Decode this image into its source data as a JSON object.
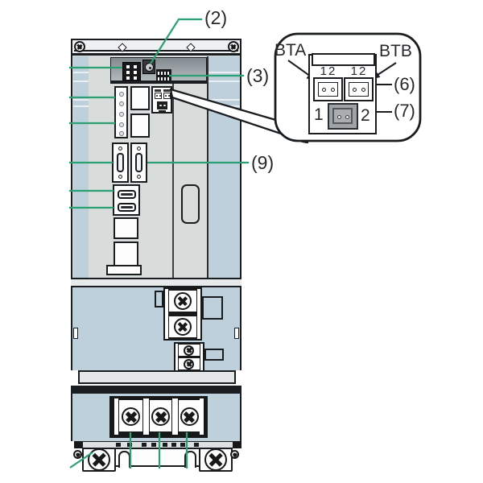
{
  "diagram": {
    "callout_2": "(2)",
    "callout_3": "(3)",
    "callout_6": "(6)",
    "callout_7": "(7)",
    "callout_9": "(9)"
  },
  "inset": {
    "connector_a_label": "BTA",
    "connector_b_label": "BTB",
    "connector_a_pins": "12",
    "connector_b_pins": "12",
    "bottom_pin_left": "1",
    "bottom_pin_right": "2"
  },
  "colors": {
    "callout_green": "#2ba173",
    "panel_blue": "#bdd0dc",
    "panel_gray": "#d8dcda",
    "outline_dark": "#1a1d1f",
    "inset_connector_gray": "#9fa3a5"
  }
}
